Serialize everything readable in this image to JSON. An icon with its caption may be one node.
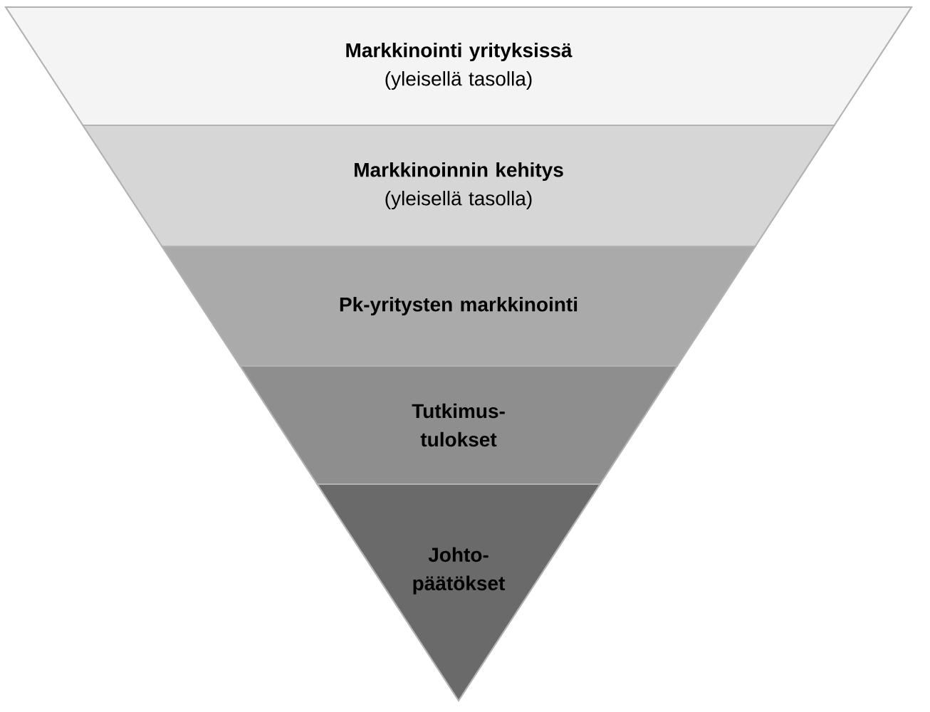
{
  "diagram": {
    "nodes": [
      {
        "text": [
          "Markkinointi yrityksissä",
          "(yleisellä tasolla)"
        ]
      },
      {
        "text": [
          "Markkinoinnin kehitys",
          "(yleisellä tasolla)"
        ]
      },
      {
        "text": [
          "Pk-yritysten markkinointi"
        ]
      },
      {
        "text": [
          "Tutkimus- tulokset"
        ]
      },
      {
        "text": [
          "Johto- päätökset"
        ]
      }
    ]
  }
}
